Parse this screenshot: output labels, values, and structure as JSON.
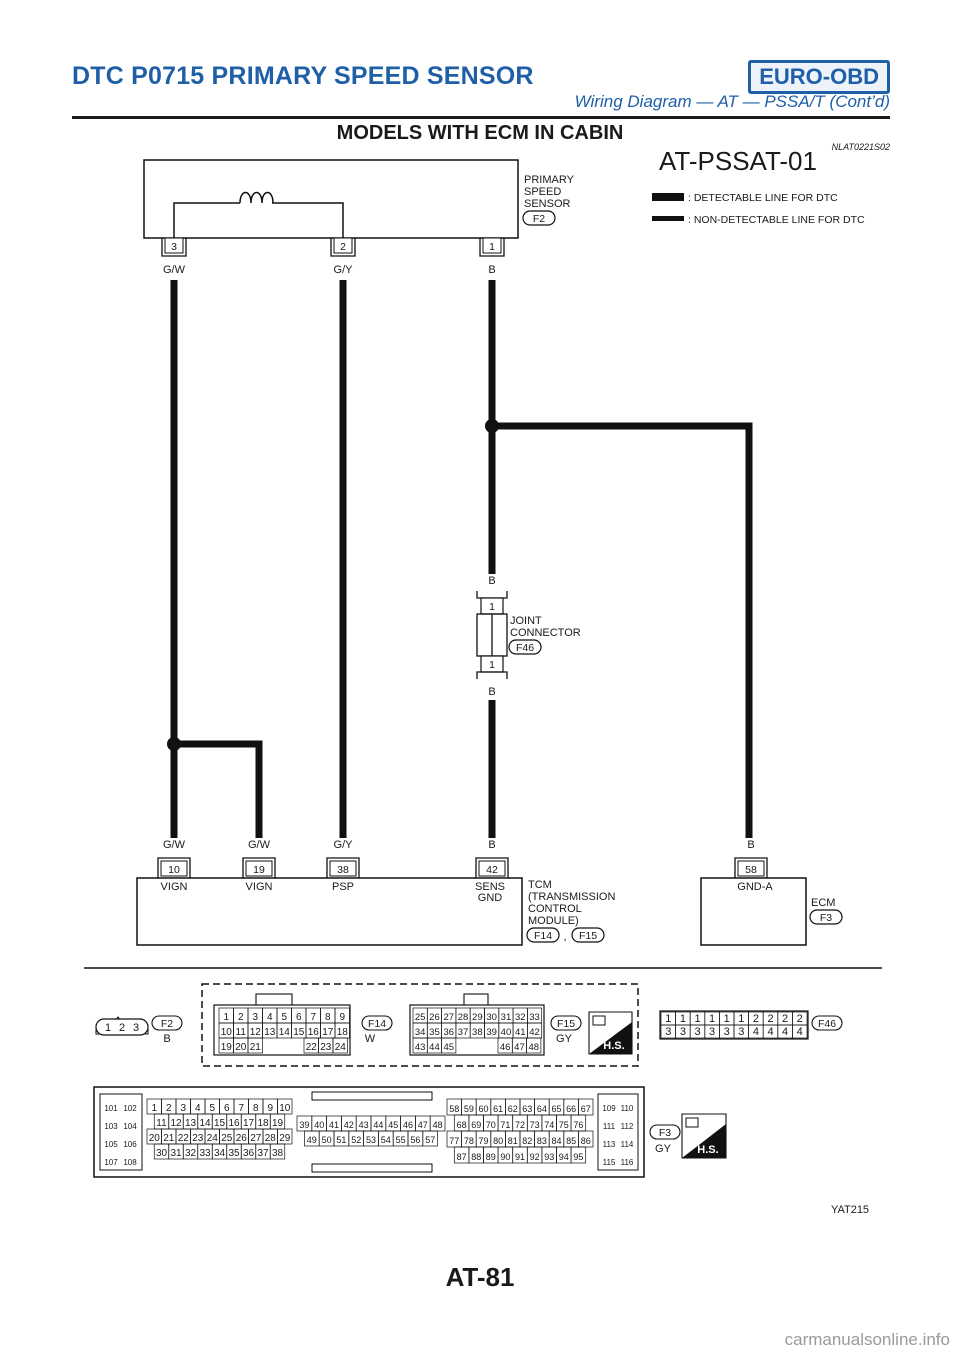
{
  "header": {
    "title": "DTC P0715 PRIMARY SPEED SENSOR",
    "badge": "EURO-OBD",
    "subtitle": "Wiring Diagram — AT — PSSA/T (Cont’d)",
    "section_title": "MODELS WITH ECM IN CABIN",
    "ref_code": "NLAT0221S02"
  },
  "diagram": {
    "diagram_id": "AT-PSSAT-01",
    "legend": {
      "detectable": ": DETECTABLE LINE FOR DTC",
      "non_detectable": ": NON-DETECTABLE LINE FOR DTC"
    },
    "sensor": {
      "name_lines": [
        "PRIMARY",
        "SPEED",
        "SENSOR"
      ],
      "connector": "F2",
      "pins": [
        {
          "pin": "3",
          "wire": "G/W"
        },
        {
          "pin": "2",
          "wire": "G/Y"
        },
        {
          "pin": "1",
          "wire": "B"
        }
      ]
    },
    "joint": {
      "name_lines": [
        "JOINT",
        "CONNECTOR"
      ],
      "connector": "F46",
      "pin_top": "1",
      "pin_bottom": "1",
      "wire_top": "B",
      "wire_bottom": "B"
    },
    "tcm": {
      "name_lines": [
        "TCM",
        "(TRANSMISSION",
        "CONTROL",
        "MODULE)"
      ],
      "connectors": [
        "F14",
        "F15"
      ],
      "separator": ",",
      "pins": [
        {
          "pin": "10",
          "wire": "G/W",
          "label": "VIGN"
        },
        {
          "pin": "19",
          "wire": "G/W",
          "label": "VIGN"
        },
        {
          "pin": "38",
          "wire": "G/Y",
          "label": "PSP"
        },
        {
          "pin": "42",
          "wire": "B",
          "label_lines": [
            "SENS",
            "GND"
          ]
        }
      ]
    },
    "ecm": {
      "name": "ECM",
      "connector": "F3",
      "pin": "58",
      "wire": "B",
      "label": "GND-A"
    }
  },
  "connector_views": {
    "f2": {
      "label": "F2",
      "color": "B",
      "pins": [
        "1",
        "2",
        "3"
      ]
    },
    "f14": {
      "label": "F14",
      "color": "W",
      "rows": [
        [
          "1",
          "2",
          "3",
          "4",
          "5",
          "6",
          "7",
          "8",
          "9"
        ],
        [
          "10",
          "11",
          "12",
          "13",
          "14",
          "15",
          "16",
          "17",
          "18"
        ],
        [
          "19",
          "20",
          "21",
          "",
          "",
          "22",
          "23",
          "24"
        ]
      ]
    },
    "f15": {
      "label": "F15",
      "color": "GY",
      "rows": [
        [
          "25",
          "26",
          "27",
          "28",
          "29",
          "30",
          "31",
          "32",
          "33"
        ],
        [
          "34",
          "35",
          "36",
          "37",
          "38",
          "39",
          "40",
          "41",
          "42"
        ],
        [
          "43",
          "44",
          "45",
          "",
          "",
          "46",
          "47",
          "48"
        ]
      ]
    },
    "f46": {
      "label": "F46",
      "top": [
        "1",
        "1",
        "1",
        "1",
        "1",
        "1",
        "2",
        "2",
        "2",
        "2"
      ],
      "bottom": [
        "3",
        "3",
        "3",
        "3",
        "3",
        "3",
        "4",
        "4",
        "4",
        "4"
      ]
    },
    "f3": {
      "label": "F3",
      "color": "GY",
      "left_cols": [
        [
          "101",
          "102"
        ],
        [
          "103",
          "104"
        ],
        [
          "105",
          "106"
        ],
        [
          "107",
          "108"
        ]
      ],
      "right_cols": [
        [
          "109",
          "110"
        ],
        [
          "111",
          "112"
        ],
        [
          "113",
          "114"
        ],
        [
          "115",
          "116"
        ]
      ],
      "block1": [
        [
          "1",
          "2",
          "3",
          "4",
          "5",
          "6",
          "7",
          "8",
          "9",
          "10"
        ],
        [
          "11",
          "12",
          "13",
          "14",
          "15",
          "16",
          "17",
          "18",
          "19"
        ],
        [
          "20",
          "21",
          "22",
          "23",
          "24",
          "25",
          "26",
          "27",
          "28",
          "29"
        ],
        [
          "30",
          "31",
          "32",
          "33",
          "34",
          "35",
          "36",
          "37",
          "38"
        ]
      ],
      "block2": [
        [
          "39",
          "40",
          "41",
          "42",
          "43",
          "44",
          "45",
          "46",
          "47",
          "48"
        ],
        [
          "49",
          "50",
          "51",
          "52",
          "53",
          "54",
          "55",
          "56",
          "57"
        ]
      ],
      "block3": [
        [
          "58",
          "59",
          "60",
          "61",
          "62",
          "63",
          "64",
          "65",
          "66",
          "67"
        ],
        [
          "68",
          "69",
          "70",
          "71",
          "72",
          "73",
          "74",
          "75",
          "76"
        ],
        [
          "77",
          "78",
          "79",
          "80",
          "81",
          "82",
          "83",
          "84",
          "85",
          "86"
        ],
        [
          "87",
          "88",
          "89",
          "90",
          "91",
          "92",
          "93",
          "94",
          "95"
        ]
      ]
    },
    "hs_badge": "H.S."
  },
  "figure_code": "YAT215",
  "page_number": "AT-81",
  "watermark": "carmanualsonline.info"
}
